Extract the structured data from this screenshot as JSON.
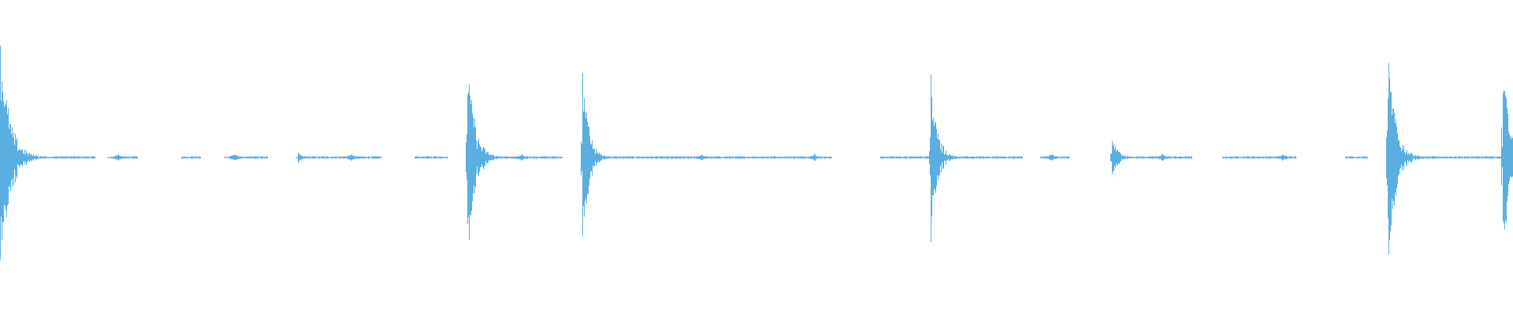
{
  "waveform": {
    "color": "#5aaee0",
    "background": "#ffffff",
    "duration_s": 100,
    "transients": [
      {
        "t": 0.0,
        "amp": 0.95,
        "decay": 2.8
      },
      {
        "t": 19.7,
        "amp": 0.05,
        "decay": 1.0
      },
      {
        "t": 30.9,
        "amp": 0.8,
        "decay": 2.2
      },
      {
        "t": 38.5,
        "amp": 0.72,
        "decay": 1.9
      },
      {
        "t": 61.5,
        "amp": 0.68,
        "decay": 1.9
      },
      {
        "t": 73.5,
        "amp": 0.16,
        "decay": 2.0
      },
      {
        "t": 91.7,
        "amp": 0.85,
        "decay": 2.4
      },
      {
        "t": 99.3,
        "amp": 0.95,
        "decay": 1.6
      }
    ],
    "quiet_segments": [
      [
        0,
        6.3
      ],
      [
        7.5,
        9.1
      ],
      [
        12.0,
        13.3
      ],
      [
        15.3,
        17.7
      ],
      [
        19.7,
        25.2
      ],
      [
        27.4,
        29.6
      ],
      [
        30.9,
        37.2
      ],
      [
        38.5,
        55.0
      ],
      [
        58.2,
        67.6
      ],
      [
        68.8,
        70.7
      ],
      [
        73.5,
        78.8
      ],
      [
        80.8,
        85.7
      ],
      [
        88.9,
        90.4
      ],
      [
        91.7,
        100
      ]
    ],
    "blips": [
      7.8,
      15.5,
      23.2,
      34.5,
      46.3,
      53.8,
      69.5,
      76.8,
      84.8
    ]
  }
}
